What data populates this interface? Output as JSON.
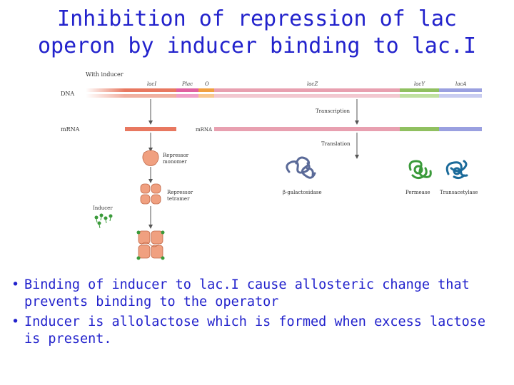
{
  "title": {
    "line1": "Inhibition of repression of lac",
    "line2": "operon by inducer binding to lac.I"
  },
  "figure": {
    "header": "With inducer",
    "dna_label": "DNA",
    "mrna_label": "mRNA",
    "genes": {
      "lacI": "lacI",
      "plac": "Plac",
      "o": "O",
      "lacZ": "lacZ",
      "lacY": "lacY",
      "lacA": "lacA"
    },
    "mrna_long_label": "mRNA",
    "transcription_label": "Transcription",
    "translation_label": "Translation",
    "repressor_monomer_label_1": "Repressor",
    "repressor_monomer_label_2": "monomer",
    "repressor_tetramer_label_1": "Repressor",
    "repressor_tetramer_label_2": "tetramer",
    "inducer_label": "Inducer",
    "bgal_label": "β-galactosidase",
    "permease_label": "Permease",
    "transacetylase_label": "Transacetylase"
  },
  "bullets": [
    "Binding of inducer to lac.I cause allosteric change that prevents binding to the operator",
    "Inducer is allolactose which is formed when excess lactose is present."
  ],
  "colors": {
    "text_blue": "#2222cc",
    "laci": "#e87860",
    "plac": "#e060a0",
    "operator": "#f0a040",
    "lacz": "#e8a0b0",
    "lacy": "#90c060",
    "laca": "#9aa0e0",
    "repressor": "#f0a080",
    "inducer": "#3a9a3a"
  }
}
